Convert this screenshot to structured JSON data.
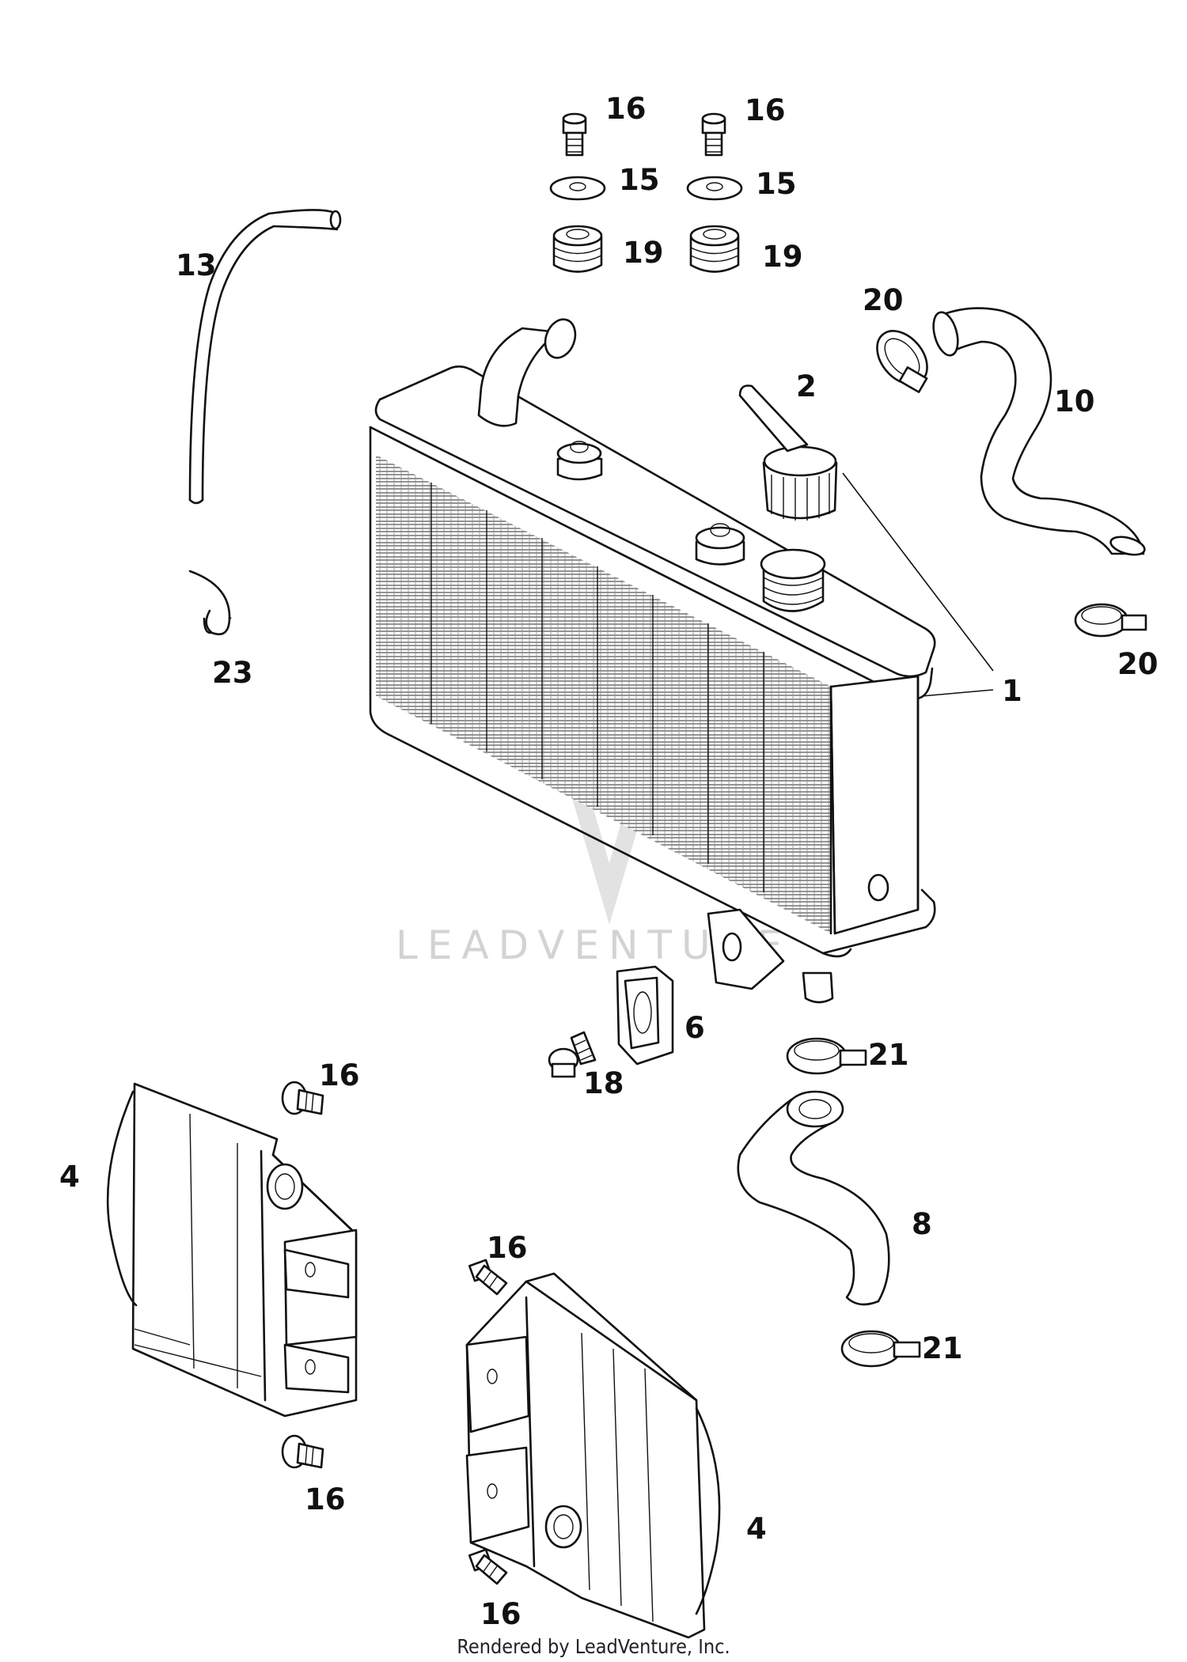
{
  "watermark": "LEADVENTURE",
  "footer": "Rendered by LeadVenture, Inc.",
  "callouts": {
    "radiator": "1",
    "cap": "2",
    "guard_left": "4",
    "guard_right": "4",
    "bracket": "6",
    "hose_lower": "8",
    "hose_upper": "10",
    "overflow_hose": "13",
    "washer_a": "15",
    "washer_b": "15",
    "bolt_top_a": "16",
    "bolt_top_b": "16",
    "bolt_left_top": "16",
    "bolt_left_bottom": "16",
    "bolt_right_top": "16",
    "bolt_right_bottom": "16",
    "bolt_bracket": "18",
    "grommet_a": "19",
    "grommet_b": "19",
    "clamp_upper_a": "20",
    "clamp_upper_b": "20",
    "clamp_lower_a": "21",
    "clamp_lower_b": "21",
    "hose_clip": "23"
  }
}
